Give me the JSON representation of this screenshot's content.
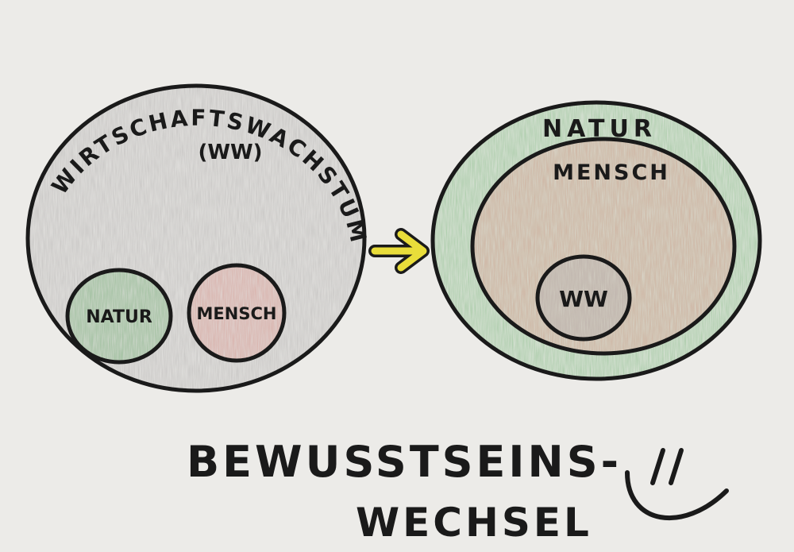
{
  "colors": {
    "paper": "#ecebe8",
    "ink": "#1a1a1a",
    "economy_gray": "#b9b7b6",
    "nature_green": "#8fbf8f",
    "human_red": "#e3aaa2",
    "arrow_yellow": "#e9dd3a"
  },
  "left_diagram": {
    "outer_label": "WIRTSCHAFTSWACHSTUM",
    "outer_abbrev": "(WW)",
    "inner_left_label": "NATUR",
    "inner_right_label": "MENSCH"
  },
  "right_diagram": {
    "outer_label": "NATUR",
    "middle_label": "MENSCH",
    "inner_label": "WW"
  },
  "caption": {
    "line1": "BEWUSSTSEINS-",
    "line2": "WECHSEL"
  },
  "icons": [
    "arrow-right-icon",
    "smiley-icon"
  ]
}
